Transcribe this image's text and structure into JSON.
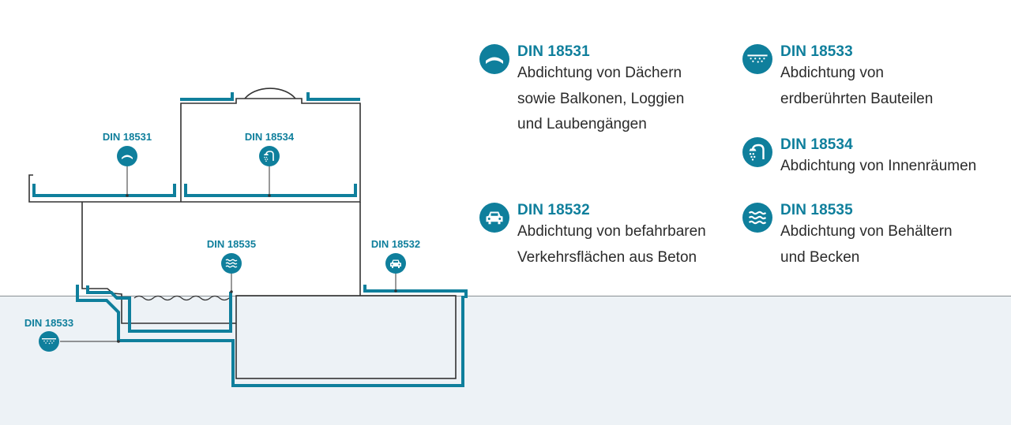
{
  "colors": {
    "accent": "#0f7f9c",
    "text": "#2b2b2b",
    "ground": "#edf2f6",
    "wall": "#333333"
  },
  "legend": [
    {
      "code": "DIN 18531",
      "icon": "roof-icon",
      "description": "Abdichtung von Dächern\nsowie Balkonen, Loggien\nund Laubengängen"
    },
    {
      "code": "DIN 18532",
      "icon": "car-icon",
      "description": "Abdichtung von befahrbaren\nVerkehrsflächen aus Beton"
    },
    {
      "code": "DIN 18533",
      "icon": "soil-icon",
      "description": "Abdichtung von\nerdberührten Bauteilen"
    },
    {
      "code": "DIN 18534",
      "icon": "shower-icon",
      "description": "Abdichtung von Innenräumen"
    },
    {
      "code": "DIN 18535",
      "icon": "water-waves-icon",
      "description": "Abdichtung von Behältern\nund Becken"
    }
  ],
  "diagram_labels": [
    {
      "code": "DIN 18531",
      "icon": "roof-icon"
    },
    {
      "code": "DIN 18534",
      "icon": "shower-icon"
    },
    {
      "code": "DIN 18535",
      "icon": "water-waves-icon"
    },
    {
      "code": "DIN 18532",
      "icon": "car-icon"
    },
    {
      "code": "DIN 18533",
      "icon": "soil-icon"
    }
  ]
}
